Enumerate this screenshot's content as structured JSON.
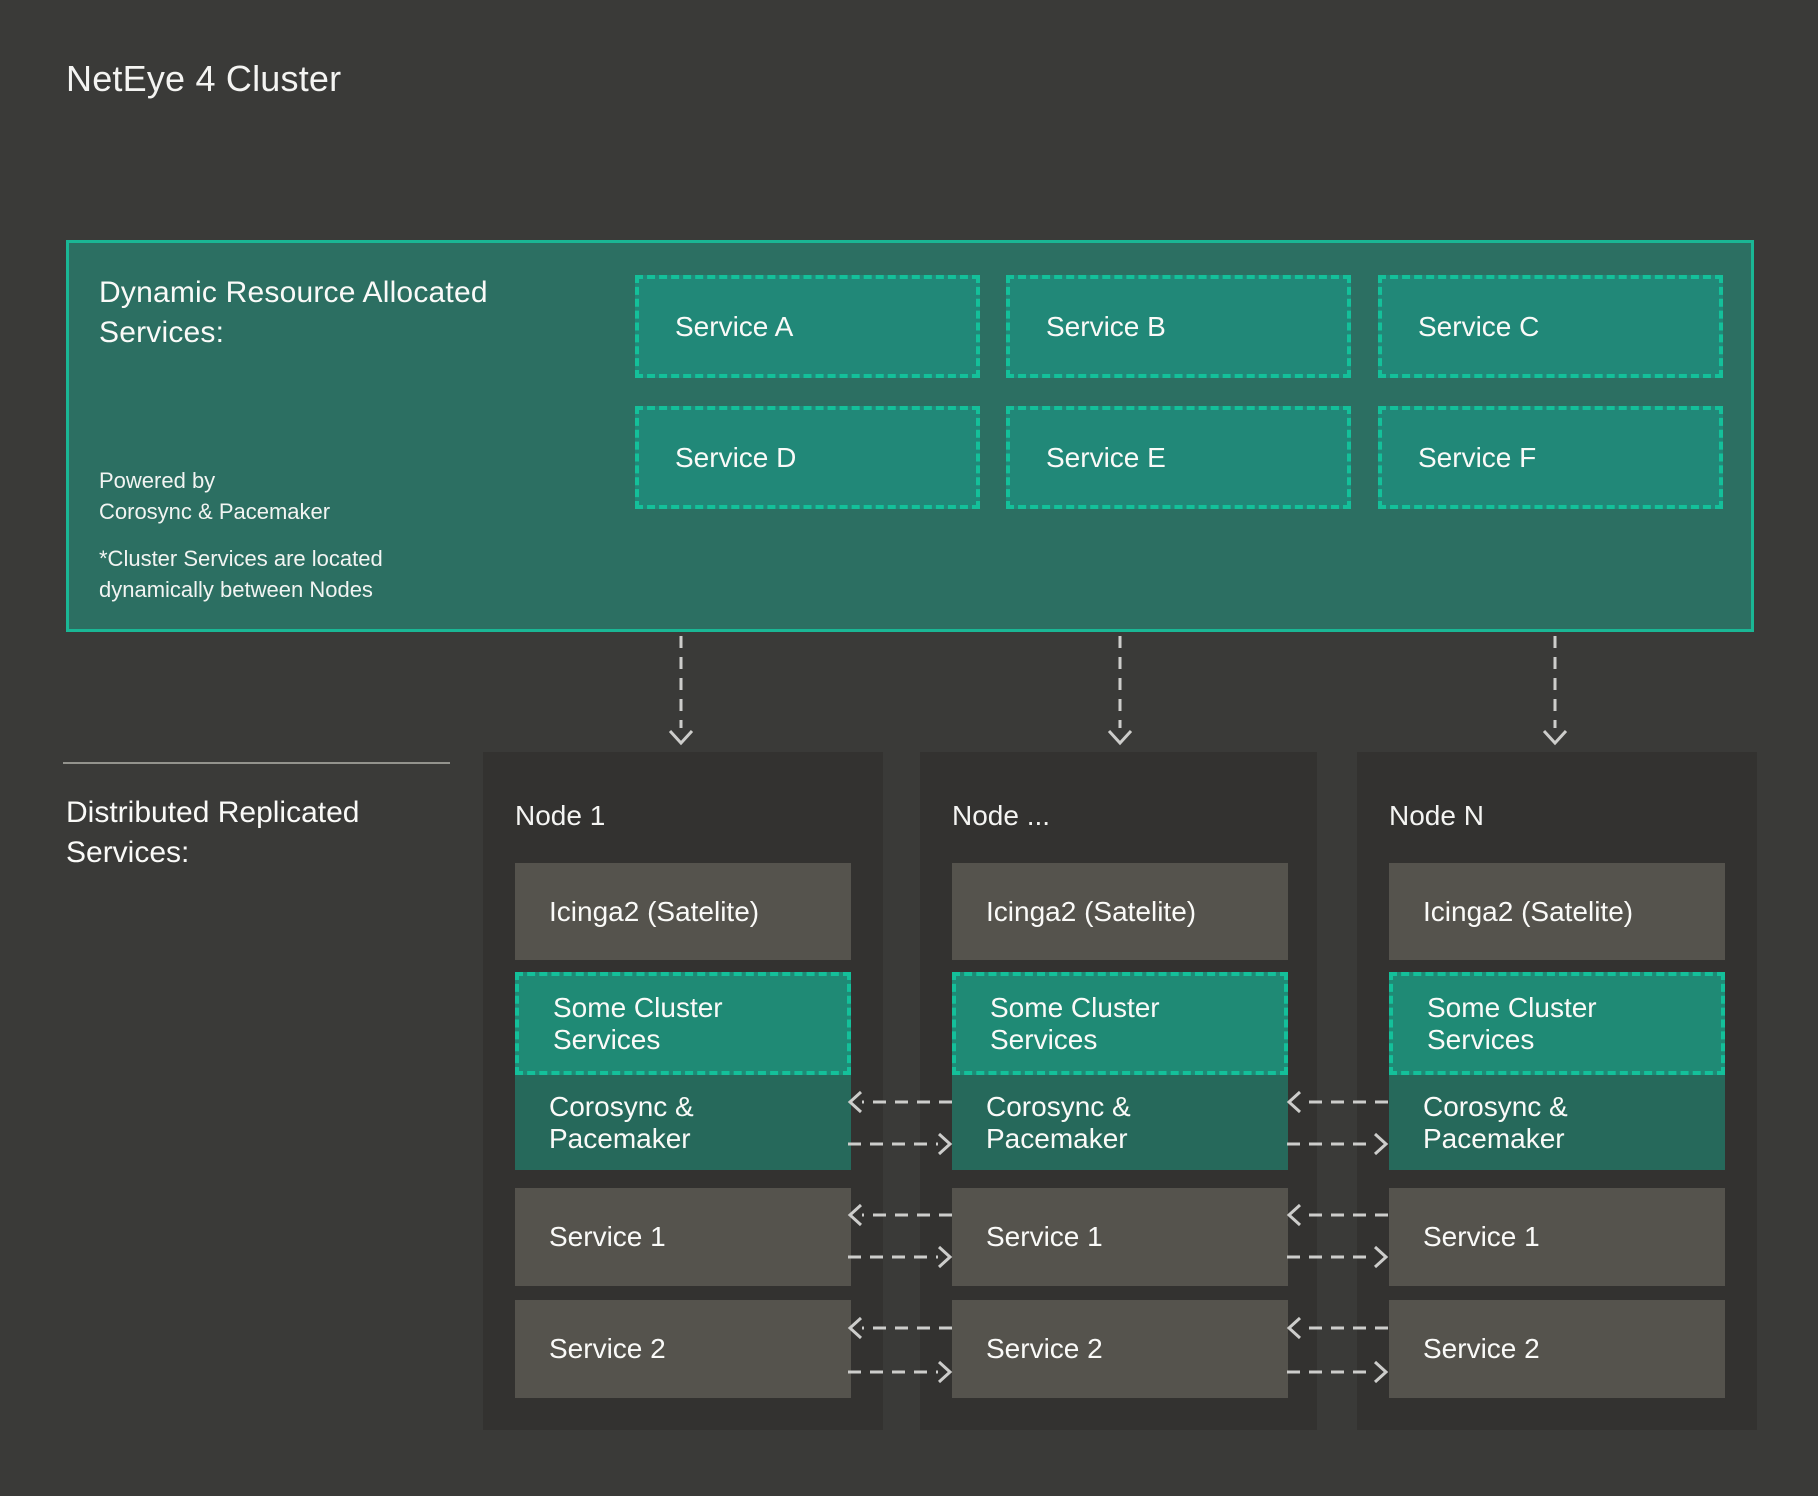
{
  "page": {
    "title": "NetEye 4 Cluster"
  },
  "dynamic_section": {
    "heading": "Dynamic Resource Allocated\nServices:",
    "powered_by": "Powered by\nCorosync & Pacemaker",
    "footnote": "*Cluster Services are located\ndynamically between Nodes",
    "services": [
      "Service A",
      "Service B",
      "Service C",
      "Service D",
      "Service E",
      "Service F"
    ]
  },
  "replicated_section": {
    "heading": "Distributed Replicated\nServices:",
    "nodes": [
      {
        "label": "Node 1",
        "boxes": {
          "satellite": "Icinga2 (Satelite)",
          "cluster_services": "Some Cluster\nServices",
          "corosync": "Corosync &\nPacemaker",
          "service1": "Service 1",
          "service2": "Service 2"
        }
      },
      {
        "label": "Node ...",
        "boxes": {
          "satellite": "Icinga2 (Satelite)",
          "cluster_services": "Some Cluster\nServices",
          "corosync": "Corosync &\nPacemaker",
          "service1": "Service 1",
          "service2": "Service 2"
        }
      },
      {
        "label": "Node N",
        "boxes": {
          "satellite": "Icinga2 (Satelite)",
          "cluster_services": "Some Cluster\nServices",
          "corosync": "Corosync &\nPacemaker",
          "service1": "Service 1",
          "service2": "Service 2"
        }
      }
    ]
  },
  "colors": {
    "page_background": "#3A3A38",
    "column_background": "#333230",
    "panel_fill": "#2C6F62",
    "panel_border": "#1AB795",
    "dashed_box_fill": "#218878",
    "dash_accent": "#14C09A",
    "corosync_fill": "#26695B",
    "gray_box_fill": "#55534D",
    "arrow_gray": "#CDCDCB"
  }
}
